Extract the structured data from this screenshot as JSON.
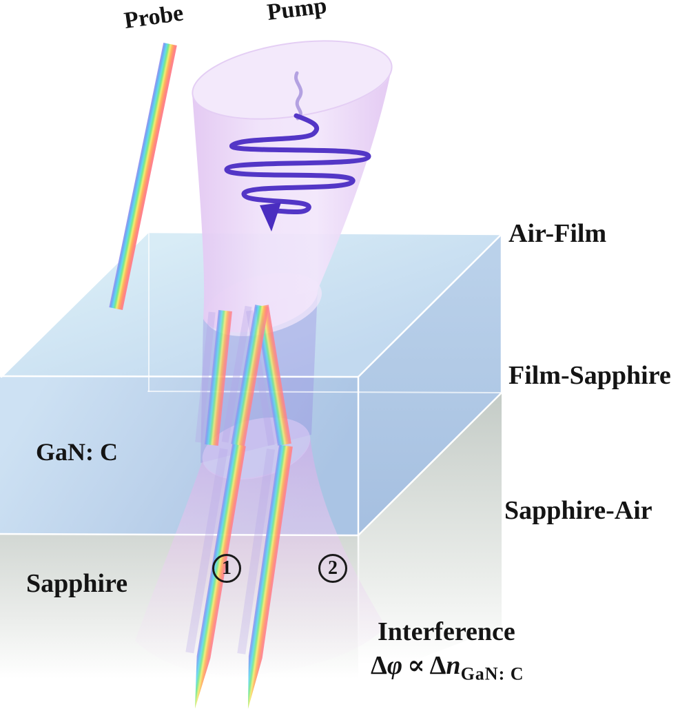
{
  "figure": {
    "beam_titles": {
      "probe": "Probe",
      "pump": "Pump"
    },
    "interfaces": {
      "air_film": "Air-Film",
      "film_sapphire": "Film-Sapphire",
      "sapphire_air": "Sapphire-Air"
    },
    "materials": {
      "film": "GaN: C",
      "substrate": "Sapphire"
    },
    "rays": [
      {
        "marker": "1"
      },
      {
        "marker": "2"
      }
    ],
    "result": {
      "title": "Interference",
      "formula": {
        "delta_phase": "Δ",
        "phase_symbol": "φ",
        "proportional": "∝",
        "delta_index": "Δ",
        "index_symbol": "n",
        "index_subscript": "GaN: C"
      }
    },
    "colors": {
      "pump_cone": "#e9d6f6",
      "pump_pulse": "#5336c6",
      "film_blue": "#c3d9ef",
      "film_top_blue": "#d5eaf4",
      "substrate_gray": "#d3d8d4",
      "edge_line": "#ffffff",
      "probe_spectrum": [
        "#a292f2",
        "#62d8f0",
        "#78e88a",
        "#f0ee74",
        "#ffb25c",
        "#ff7f95"
      ]
    }
  }
}
